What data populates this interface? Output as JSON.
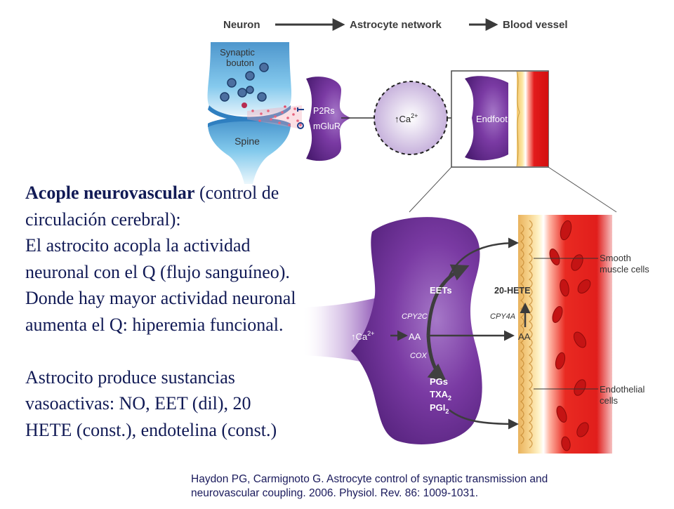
{
  "header": {
    "neuron": "Neuron",
    "astrocyte_network": "Astrocyte network",
    "blood_vessel": "Blood vessel"
  },
  "top_diagram": {
    "synaptic_bouton": [
      "Synaptic",
      "bouton"
    ],
    "spine": "Spine",
    "receptor_p2rs": "P2Rs",
    "receptor_mglur": "mGluR",
    "ca_arrow": "↑Ca",
    "ca_sup": "2+",
    "endfoot": "Endfoot"
  },
  "detail_diagram": {
    "eets": "EETs",
    "cpy2c": "CPY2C",
    "ca_arrow": "↑Ca",
    "ca_sup": "2+",
    "aa_left": "AA",
    "cox": "COX",
    "pgs": "PGs",
    "txa": "TXA",
    "txa_sub": "2",
    "pgi": "PGI",
    "pgi_sub": "2",
    "hete": "20-HETE",
    "cpy4a": "CPY4A",
    "aa_right": "AA",
    "smooth_muscle": [
      "Smooth",
      "muscle cells"
    ],
    "endothelial": [
      "Endothelial",
      "cells"
    ]
  },
  "text": {
    "title_bold": "Acople neurovascular",
    "title_rest": " (control de",
    "lines": [
      "circulación cerebral):",
      "El astrocito acopla la actividad",
      "neuronal con el Q (flujo sanguíneo).",
      "Donde hay mayor actividad neuronal",
      "aumenta el Q:  hiperemia funcional."
    ],
    "lines2": [
      "Astrocito produce sustancias",
      "vasoactivas:   NO,  EET (dil), 20",
      "HETE (const.), endotelina (const.)"
    ]
  },
  "citation": [
    "Haydon PG, Carmignoto G.  Astrocyte control of synaptic transmission and",
    "neurovascular coupling. 2006. Physiol. Rev. 86:  1009-1031."
  ],
  "colors": {
    "text": "#111a55",
    "astrocyte_purple": "#6a2c91",
    "vessel_red": "#e21b1b",
    "neuron_blue": "#4aa6d8"
  }
}
